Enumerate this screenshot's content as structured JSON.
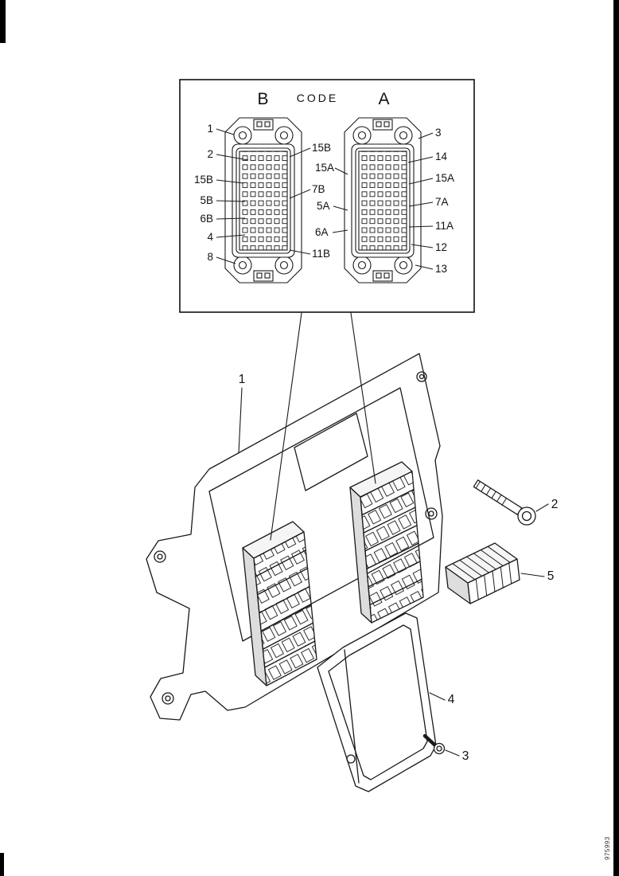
{
  "inset": {
    "header": {
      "b": "B",
      "code": "CODE",
      "a": "A"
    },
    "callouts_left": [
      "1",
      "2",
      "15B",
      "5B",
      "6B",
      "4",
      "8"
    ],
    "callouts_middle": [
      "15B",
      "15A",
      "7B",
      "5A",
      "6A",
      "11B"
    ],
    "callouts_right": [
      "3",
      "14",
      "15A",
      "7A",
      "11A",
      "12",
      "13"
    ]
  },
  "main": {
    "callout_module": "1",
    "callout_bolt": "2",
    "callout_screw": "3",
    "callout_cover": "4",
    "callout_connector": "5"
  },
  "footer": {
    "drawing_code": "975993"
  },
  "colors": {
    "line": "#1a1a1a",
    "paper": "#ffffff"
  }
}
